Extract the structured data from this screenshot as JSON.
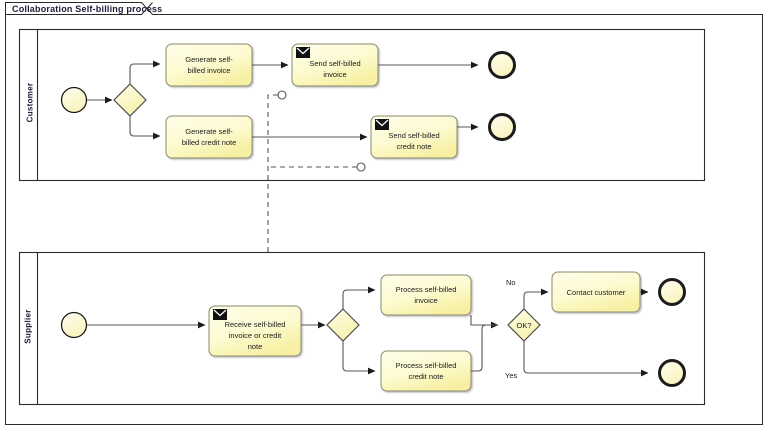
{
  "diagram": {
    "tab_title": "Collaboration Self-billing process",
    "type": "bpmn-collaboration",
    "colors": {
      "task_fill_top": "#fdfce9",
      "task_fill_bottom": "#f7f0a6",
      "event_fill": "#fdfce0",
      "gateway_fill": "#fbf8c8",
      "stroke": "#6b6b6b",
      "text": "#1b1b1b",
      "pool_border": "#2b2b2b",
      "label": "#1b1b3a",
      "canvas": "#ffffff"
    }
  },
  "pools": [
    {
      "id": "customer",
      "label": "Customer"
    },
    {
      "id": "supplier",
      "label": "Supplier"
    }
  ],
  "customer_pool": {
    "start_event": {
      "name": "start-event",
      "label": ""
    },
    "gateway": {
      "name": "split-gateway",
      "label": ""
    },
    "tasks": [
      {
        "name": "generate-self-billed-invoice",
        "label": "Generate self-\nbilled invoice",
        "type": "task"
      },
      {
        "name": "send-self-billed-invoice",
        "label": "Send self-billed\ninvoice",
        "type": "send-task",
        "marker": "envelope"
      },
      {
        "name": "generate-self-billed-credit-note",
        "label": "Generate self-\nbilled credit note",
        "type": "task"
      },
      {
        "name": "send-self-billed-credit-note",
        "label": "Send self-billed\ncredit note",
        "type": "send-task",
        "marker": "envelope"
      }
    ],
    "end_events": [
      {
        "name": "end-event-invoice",
        "label": ""
      },
      {
        "name": "end-event-credit-note",
        "label": ""
      }
    ]
  },
  "supplier_pool": {
    "start_event": {
      "name": "start-event",
      "label": ""
    },
    "tasks": [
      {
        "name": "receive-self-billed-invoice-or-credit-note",
        "label": "Receive self-billed\ninvoice or credit\nnote",
        "type": "receive-task",
        "marker": "envelope"
      },
      {
        "name": "process-self-billed-invoice",
        "label": "Process self-billed\ninvoice",
        "type": "task"
      },
      {
        "name": "process-self-billed-credit-note",
        "label": "Process self-billed\ncredit note",
        "type": "task"
      },
      {
        "name": "contact-customer",
        "label": "Contact customer",
        "type": "task"
      }
    ],
    "gateways": [
      {
        "name": "split-gateway",
        "label": ""
      },
      {
        "name": "ok-gateway",
        "label": "OK?"
      }
    ],
    "flow_labels": [
      {
        "name": "flow-label-no",
        "label": "No"
      },
      {
        "name": "flow-label-yes",
        "label": "Yes"
      }
    ],
    "end_events": [
      {
        "name": "end-event-contact",
        "label": ""
      },
      {
        "name": "end-event-ok",
        "label": ""
      }
    ]
  },
  "message_flows": [
    {
      "name": "message-flow-invoice",
      "from": "send-self-billed-invoice",
      "to": "receive-self-billed-invoice-or-credit-note"
    },
    {
      "name": "message-flow-credit-note",
      "from": "send-self-billed-credit-note",
      "to": "receive-self-billed-invoice-or-credit-note"
    }
  ]
}
